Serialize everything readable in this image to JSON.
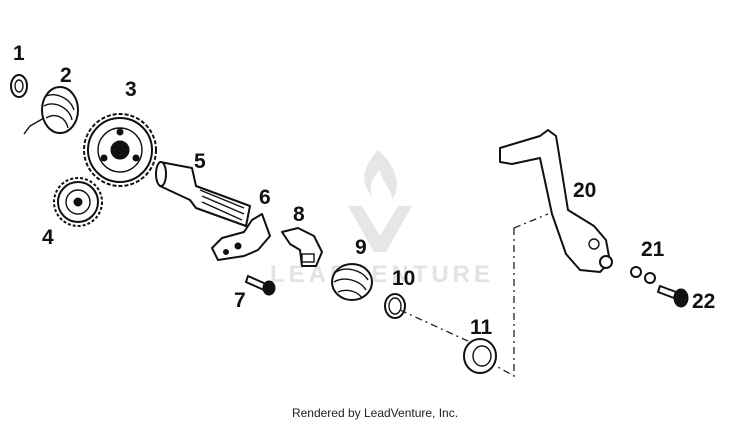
{
  "diagram": {
    "callouts": [
      "1",
      "2",
      "3",
      "4",
      "5",
      "6",
      "7",
      "8",
      "9",
      "10",
      "11",
      "20",
      "21",
      "22"
    ],
    "watermark": "LEADVENTURE"
  },
  "footer": {
    "credit": "Rendered by LeadVenture, Inc."
  }
}
